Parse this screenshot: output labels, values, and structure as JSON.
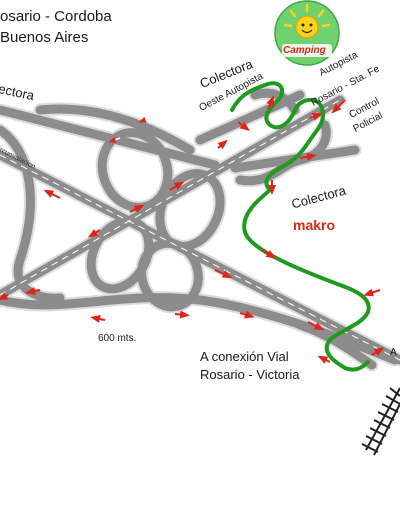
{
  "labels": {
    "route_rosario_cordoba": "osario - Cordoba",
    "route_buenos_aires": "Buenos Aires",
    "colectora_left": "ectora",
    "circunvalacion": "ircunvalacion",
    "colectora_top": "Colectora",
    "oeste_autopista": "Oeste Autopista",
    "autopista": "Autopista",
    "rosario_sta_fe": "Rosario - Sta. Fe",
    "control": "Control",
    "policial": "Policial",
    "colectora_right": "Colectora",
    "makro": "makro",
    "distance": "600 mts.",
    "conexion_line1": "A conexión Vial",
    "conexion_line2": "Rosario - Victoria",
    "right_edge": "A",
    "camping": "Camping"
  },
  "colors": {
    "road_fill": "#8c8c8c",
    "road_edge": "#dcdcdc",
    "route_green": "#1f9a1f",
    "arrow_red": "#e2231a",
    "logo_bg": "#6fd16f",
    "sun": "#ffd21a"
  },
  "icons": [
    "camping-sun-logo",
    "railway-track",
    "direction-arrows"
  ]
}
